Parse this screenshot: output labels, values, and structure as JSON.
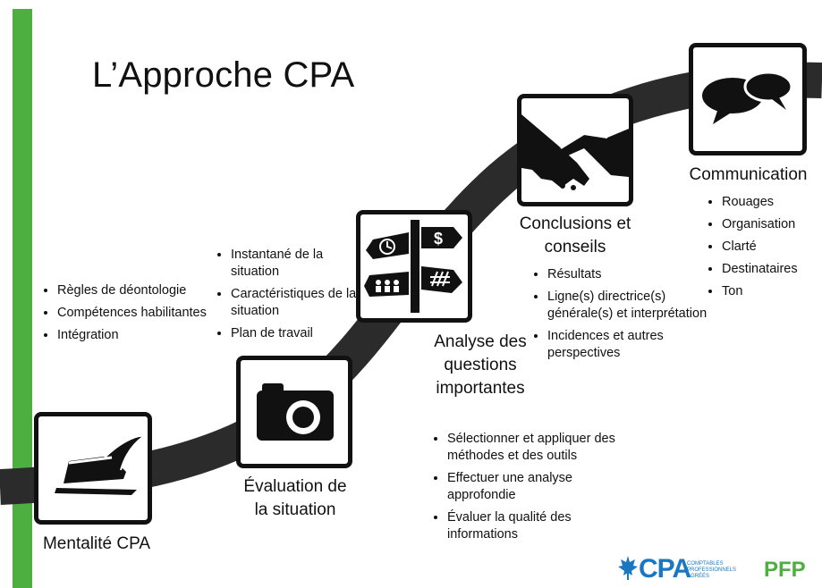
{
  "title": "L’Approche CPA",
  "steps": [
    {
      "icon": "hat-icon",
      "label": "Mentalité CPA",
      "bullets": [
        "Règles de déontologie",
        "Compétences habilitantes",
        "Intégration"
      ]
    },
    {
      "icon": "camera-icon",
      "label": "Évaluation de la situation",
      "bullets": [
        "Instantané de la situation",
        "Caractéristiques de la situation",
        "Plan de travail"
      ]
    },
    {
      "icon": "signpost-icon",
      "label": "Analyse des questions importantes",
      "bullets": [
        "Sélectionner et appliquer des méthodes et des outils",
        "Effectuer une analyse approfondie",
        "Évaluer la qualité des informations"
      ]
    },
    {
      "icon": "handshake-icon",
      "label": "Conclusions et conseils",
      "bullets": [
        "Résultats",
        "Ligne(s) directrice(s) générale(s) et interprétation",
        "Incidences et autres perspectives"
      ]
    },
    {
      "icon": "speech-bubbles-icon",
      "label": "Communication",
      "bullets": [
        "Rouages",
        "Organisation",
        "Clarté",
        "Destinataires",
        "Ton"
      ]
    }
  ],
  "logo": {
    "cpa": "CPA",
    "cpa_sub": "COMPTABLES PROFESSIONNELS AGRÉÉS",
    "pfp": "PFP"
  },
  "colors": {
    "accent_green": "#4caf3f",
    "cpa_blue": "#1a78c2",
    "curve": "#2b2b2b"
  }
}
